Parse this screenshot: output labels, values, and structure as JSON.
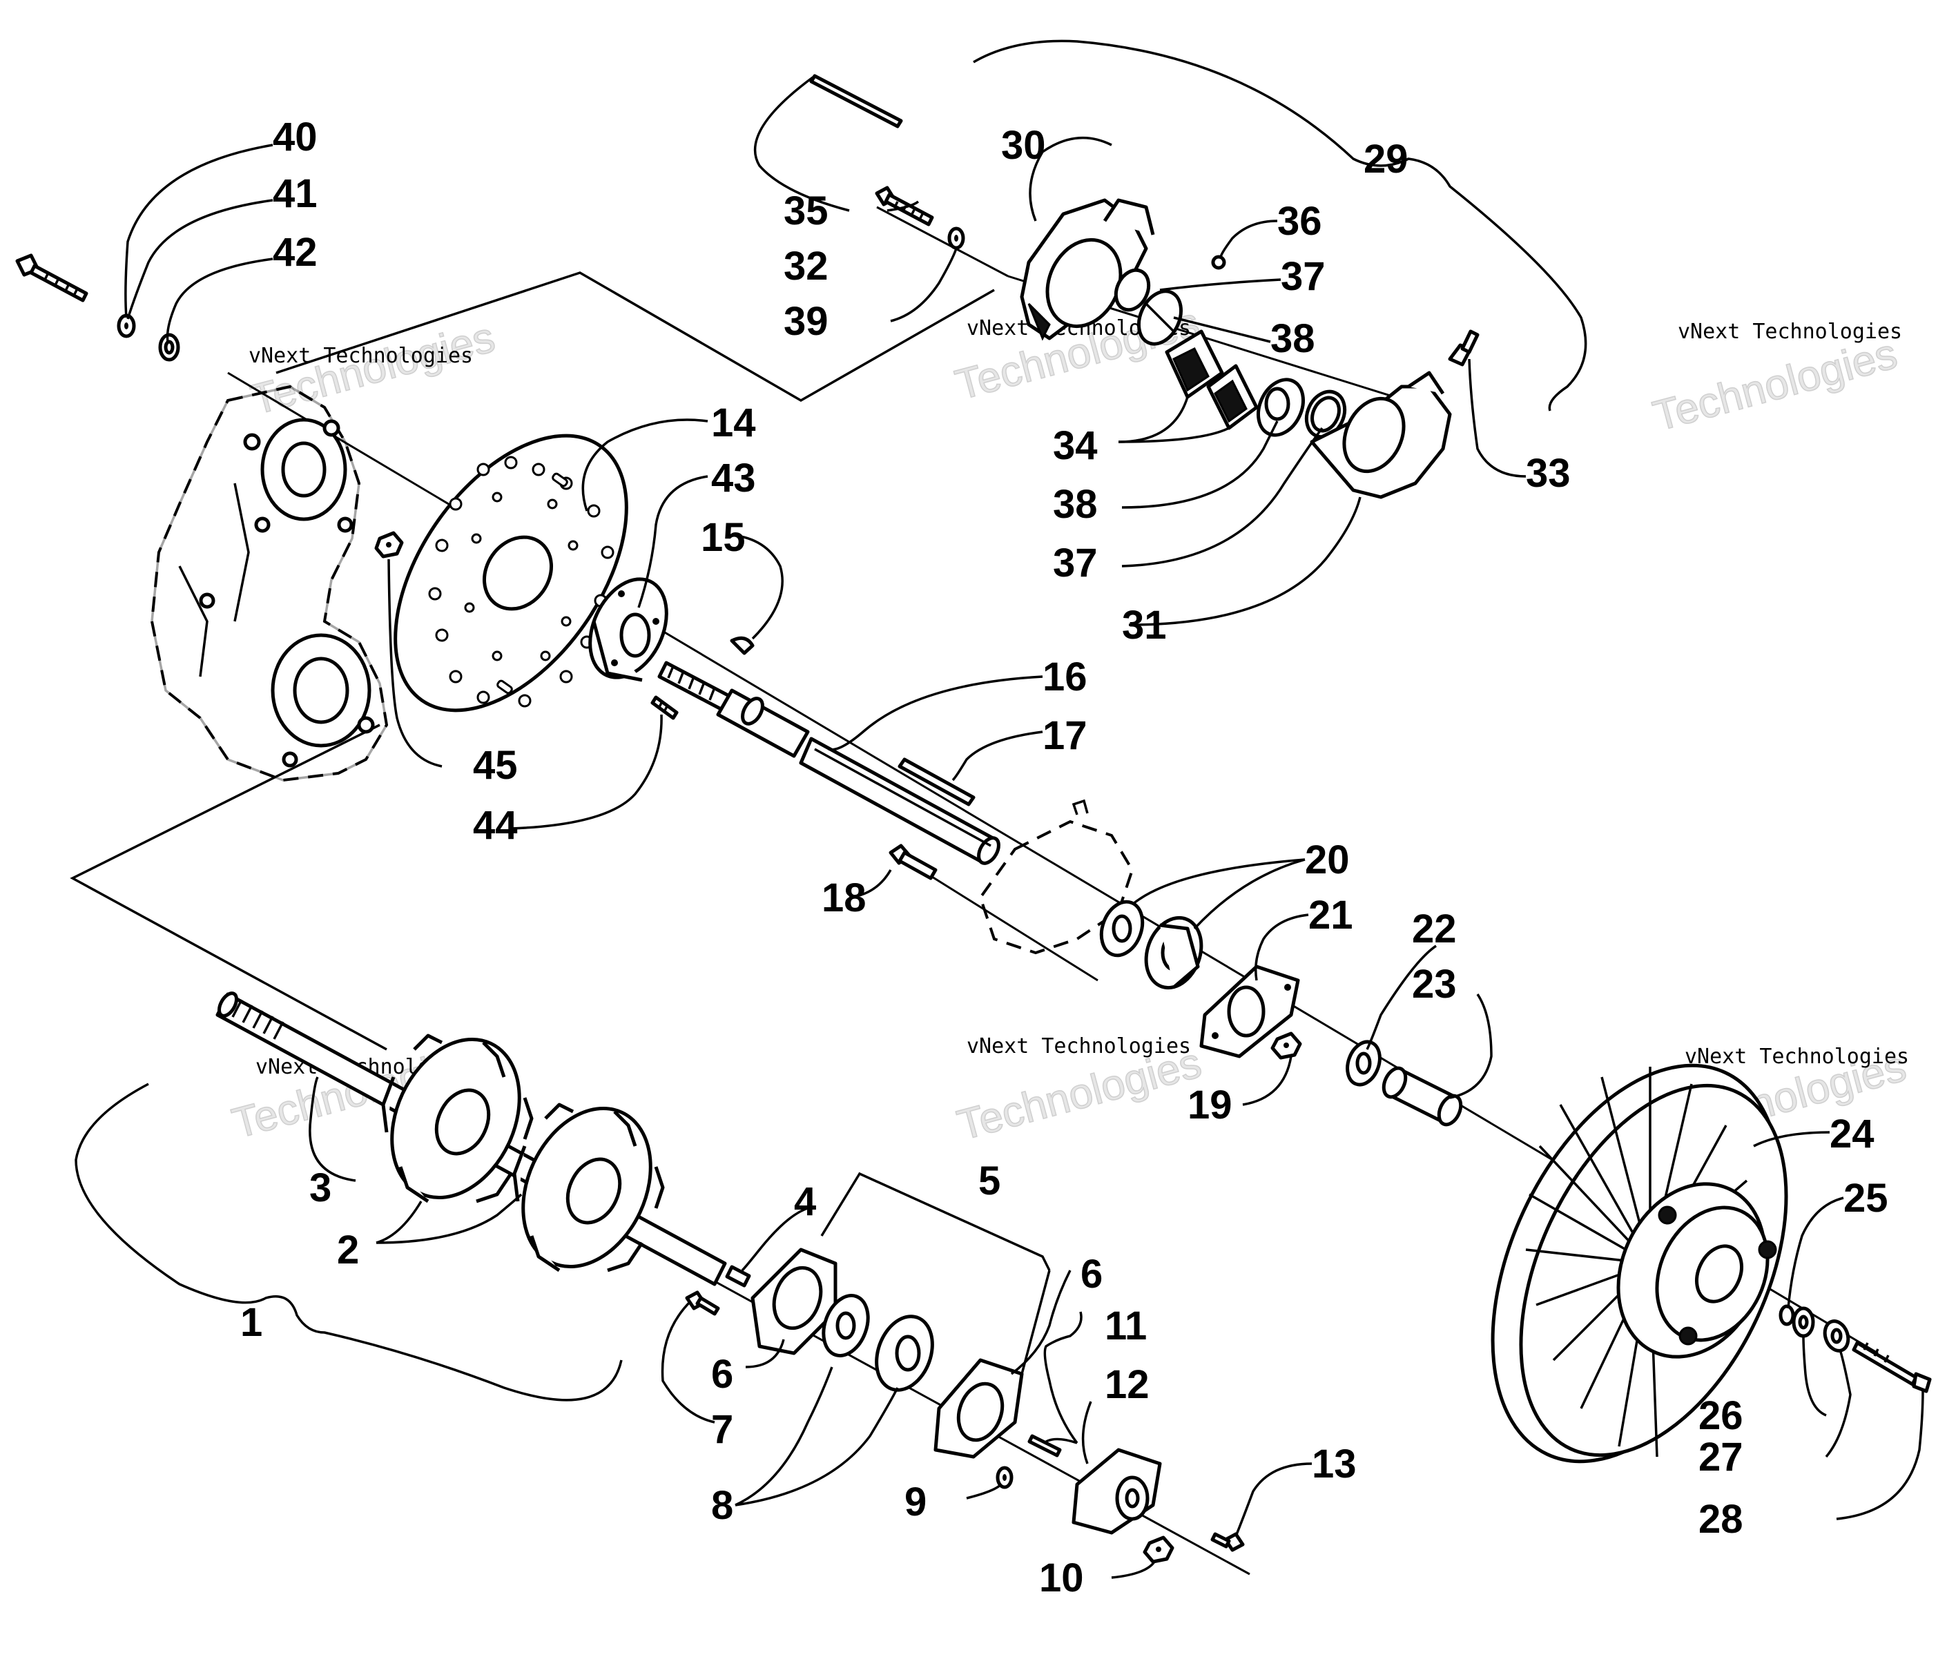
{
  "watermarks": [
    {
      "line1": "vNext Technologies",
      "line2": "Technologies"
    },
    {
      "line1": "vNext Technologies",
      "line2": "Technologies"
    },
    {
      "line1": "vNext Technologies",
      "line2": "Technologies"
    },
    {
      "line1": "vNext Technologies",
      "line2": "Technologies"
    },
    {
      "line1": "vNext Technologies",
      "line2": "Technologies"
    },
    {
      "line1": "vNext Technologies",
      "line2": "Technologies"
    }
  ],
  "callouts": {
    "c1": "1",
    "c2": "2",
    "c3": "3",
    "c4": "4",
    "c5": "5",
    "c6a": "6",
    "c6b": "6",
    "c7": "7",
    "c8": "8",
    "c9": "9",
    "c10": "10",
    "c11": "11",
    "c12": "12",
    "c13": "13",
    "c14": "14",
    "c15": "15",
    "c16": "16",
    "c17": "17",
    "c18": "18",
    "c19": "19",
    "c20": "20",
    "c21": "21",
    "c22": "22",
    "c23": "23",
    "c24": "24",
    "c25": "25",
    "c26": "26",
    "c27": "27",
    "c28": "28",
    "c29": "29",
    "c30": "30",
    "c31": "31",
    "c32": "32",
    "c33": "33",
    "c34": "34",
    "c35": "35",
    "c36": "36",
    "c37a": "37",
    "c37b": "37",
    "c38a": "38",
    "c38b": "38",
    "c39": "39",
    "c40": "40",
    "c41": "41",
    "c42": "42",
    "c43": "43",
    "c44": "44",
    "c45": "45"
  }
}
